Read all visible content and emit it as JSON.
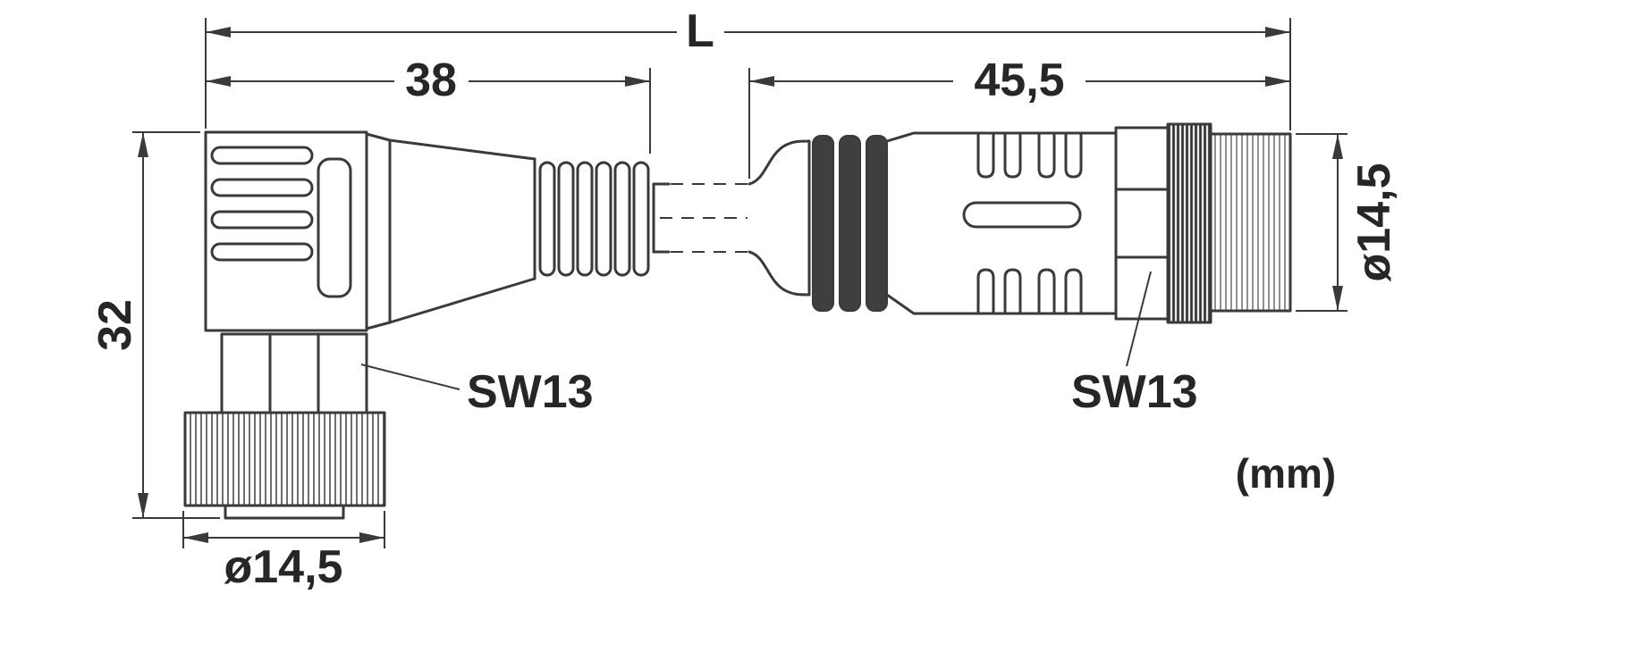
{
  "labels": {
    "overall_length": "L",
    "left_connector_length": "38",
    "right_connector_length": "45,5",
    "left_connector_height": "32",
    "left_diameter": "ø14,5",
    "right_diameter": "ø14,5",
    "left_wrench_size": "SW13",
    "right_wrench_size": "SW13",
    "units": "(mm)"
  },
  "colors": {
    "line": "#3a3a3a",
    "text": "#262626",
    "seal_ring": "#3f3f3f"
  }
}
